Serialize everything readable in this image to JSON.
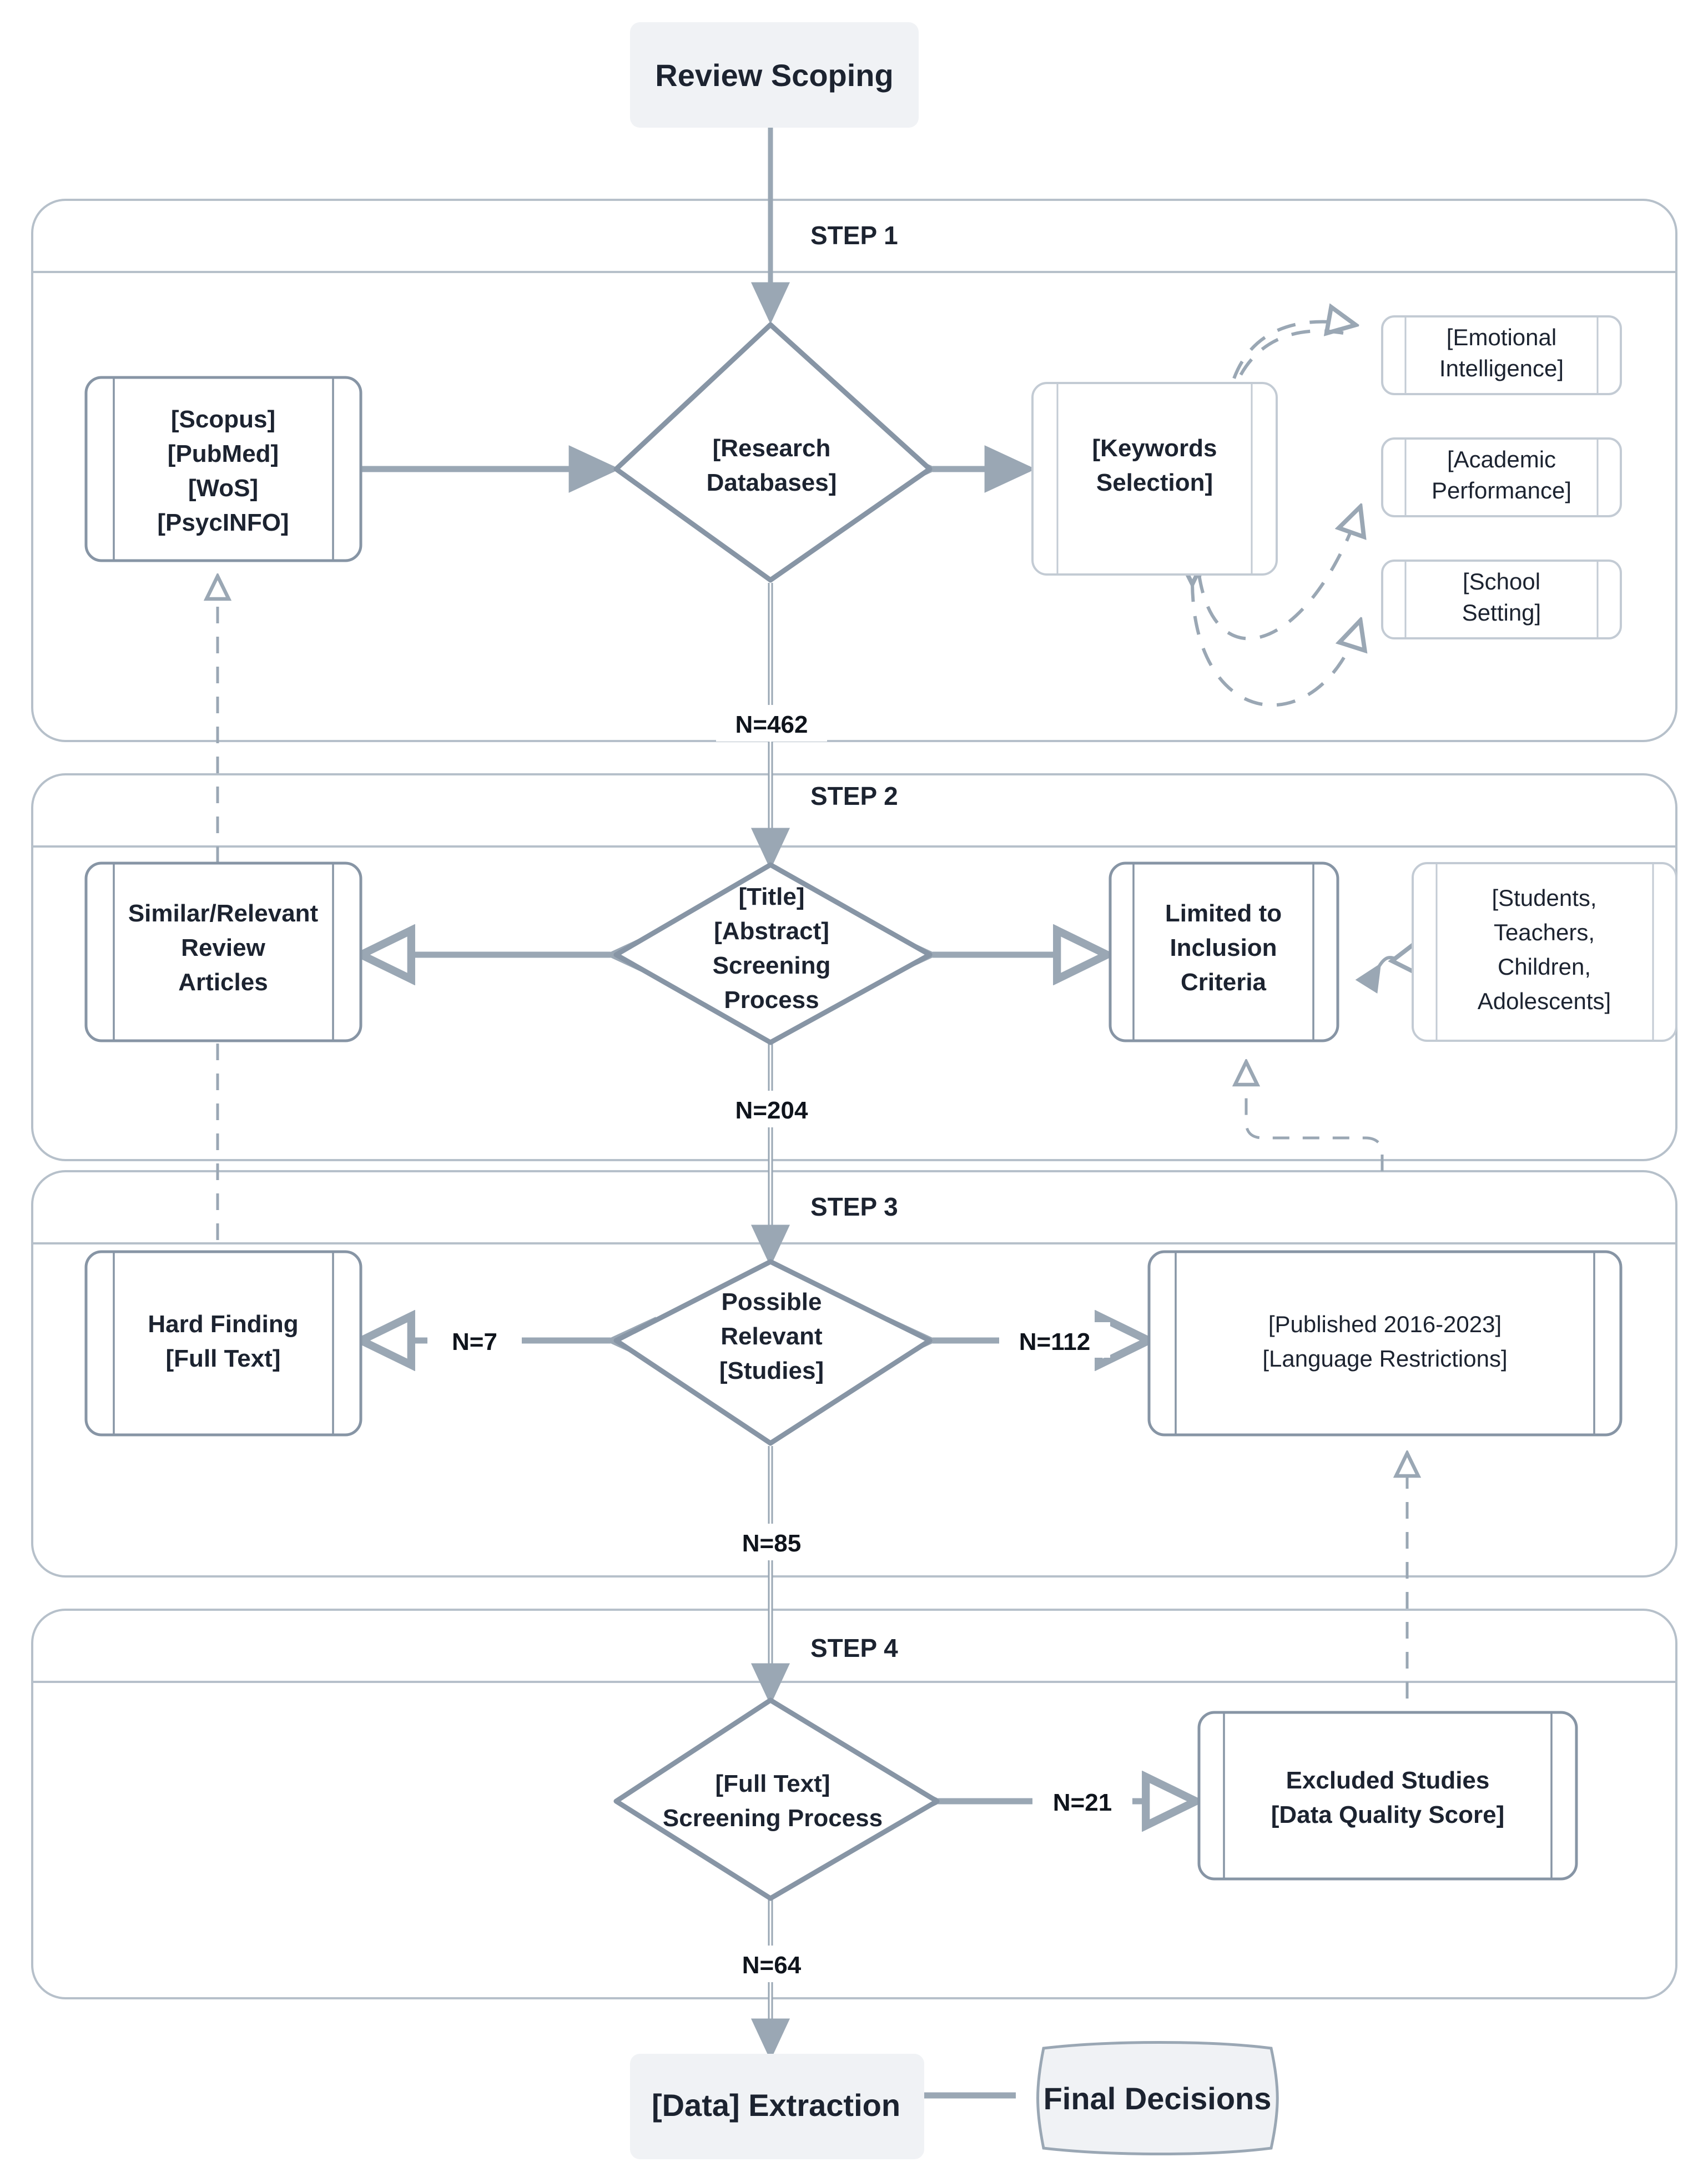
{
  "diagram": {
    "title_node": "Review Scoping",
    "lanes": [
      {
        "id": "step1",
        "label": "STEP 1"
      },
      {
        "id": "step2",
        "label": "STEP 2"
      },
      {
        "id": "step3",
        "label": "STEP 3"
      },
      {
        "id": "step4",
        "label": "STEP 4"
      }
    ],
    "nodes": {
      "review_scoping": "Review Scoping",
      "databases_l1": "[Scopus]",
      "databases_l2": "[PubMed]",
      "databases_l3": "[WoS]",
      "databases_l4": "[PsycINFO]",
      "research_databases_l1": "[Research",
      "research_databases_l2": "Databases]",
      "keywords_l1": "[Keywords",
      "keywords_l2": "Selection]",
      "kw_emotional_l1": "[Emotional",
      "kw_emotional_l2": "Intelligence]",
      "kw_academic_l1": "[Academic",
      "kw_academic_l2": "Performance]",
      "kw_school_l1": "[School",
      "kw_school_l2": "Setting]",
      "similar_l1": "Similar/Relevant",
      "similar_l2": "Review",
      "similar_l3": "Articles",
      "title_abstract_l1": "[Title]",
      "title_abstract_l2": "[Abstract]",
      "title_abstract_l3": "Screening",
      "title_abstract_l4": "Process",
      "inclusion_l1": "Limited to",
      "inclusion_l2": "Inclusion",
      "inclusion_l3": "Criteria",
      "population_l1": "[Students,",
      "population_l2": "Teachers,",
      "population_l3": "Children,",
      "population_l4": "Adolescents]",
      "hard_finding_l1": "Hard Finding",
      "hard_finding_l2": "[Full Text]",
      "possible_relevant_l1": "Possible",
      "possible_relevant_l2": "Relevant",
      "possible_relevant_l3": "[Studies]",
      "published_l1": "[Published 2016-2023]",
      "published_l2": "[Language Restrictions]",
      "fulltext_screen_l1": "[Full Text]",
      "fulltext_screen_l2": "Screening Process",
      "excluded_l1": "Excluded Studies",
      "excluded_l2": "[Data Quality Score]",
      "data_extraction": "[Data] Extraction",
      "final_decisions": "Final Decisions"
    },
    "edge_labels": {
      "n462": "N=462",
      "n204": "N=204",
      "n85": "N=85",
      "n64": "N=64",
      "n7": "N=7",
      "n112": "N=112",
      "n21": "N=21"
    },
    "colors": {
      "stroke": "#9aa7b4",
      "lane_stroke": "#b6c0ca",
      "node_stroke": "#8795a5",
      "terminal_fill": "#f0f2f5",
      "text": "#1c2330",
      "background": "#ffffff"
    }
  },
  "chart_data": {
    "type": "diagram",
    "title": "PRISMA-style literature review selection flowchart",
    "stages": [
      {
        "step": "STEP 1",
        "decision": "[Research Databases]",
        "output": "N=462"
      },
      {
        "step": "STEP 2",
        "decision": "[Title] [Abstract] Screening Process",
        "output": "N=204"
      },
      {
        "step": "STEP 3",
        "decision": "Possible Relevant [Studies]",
        "output": "N=85"
      },
      {
        "step": "STEP 4",
        "decision": "[Full Text] Screening Process",
        "output": "N=64"
      }
    ],
    "side_counts": [
      {
        "label": "N=7",
        "between": [
          "Hard Finding [Full Text]",
          "Possible Relevant [Studies]"
        ]
      },
      {
        "label": "N=112",
        "between": [
          "Possible Relevant [Studies]",
          "[Published 2016-2023] [Language Restrictions]"
        ]
      },
      {
        "label": "N=21",
        "between": [
          "[Full Text] Screening Process",
          "Excluded Studies [Data Quality Score]"
        ]
      }
    ]
  }
}
